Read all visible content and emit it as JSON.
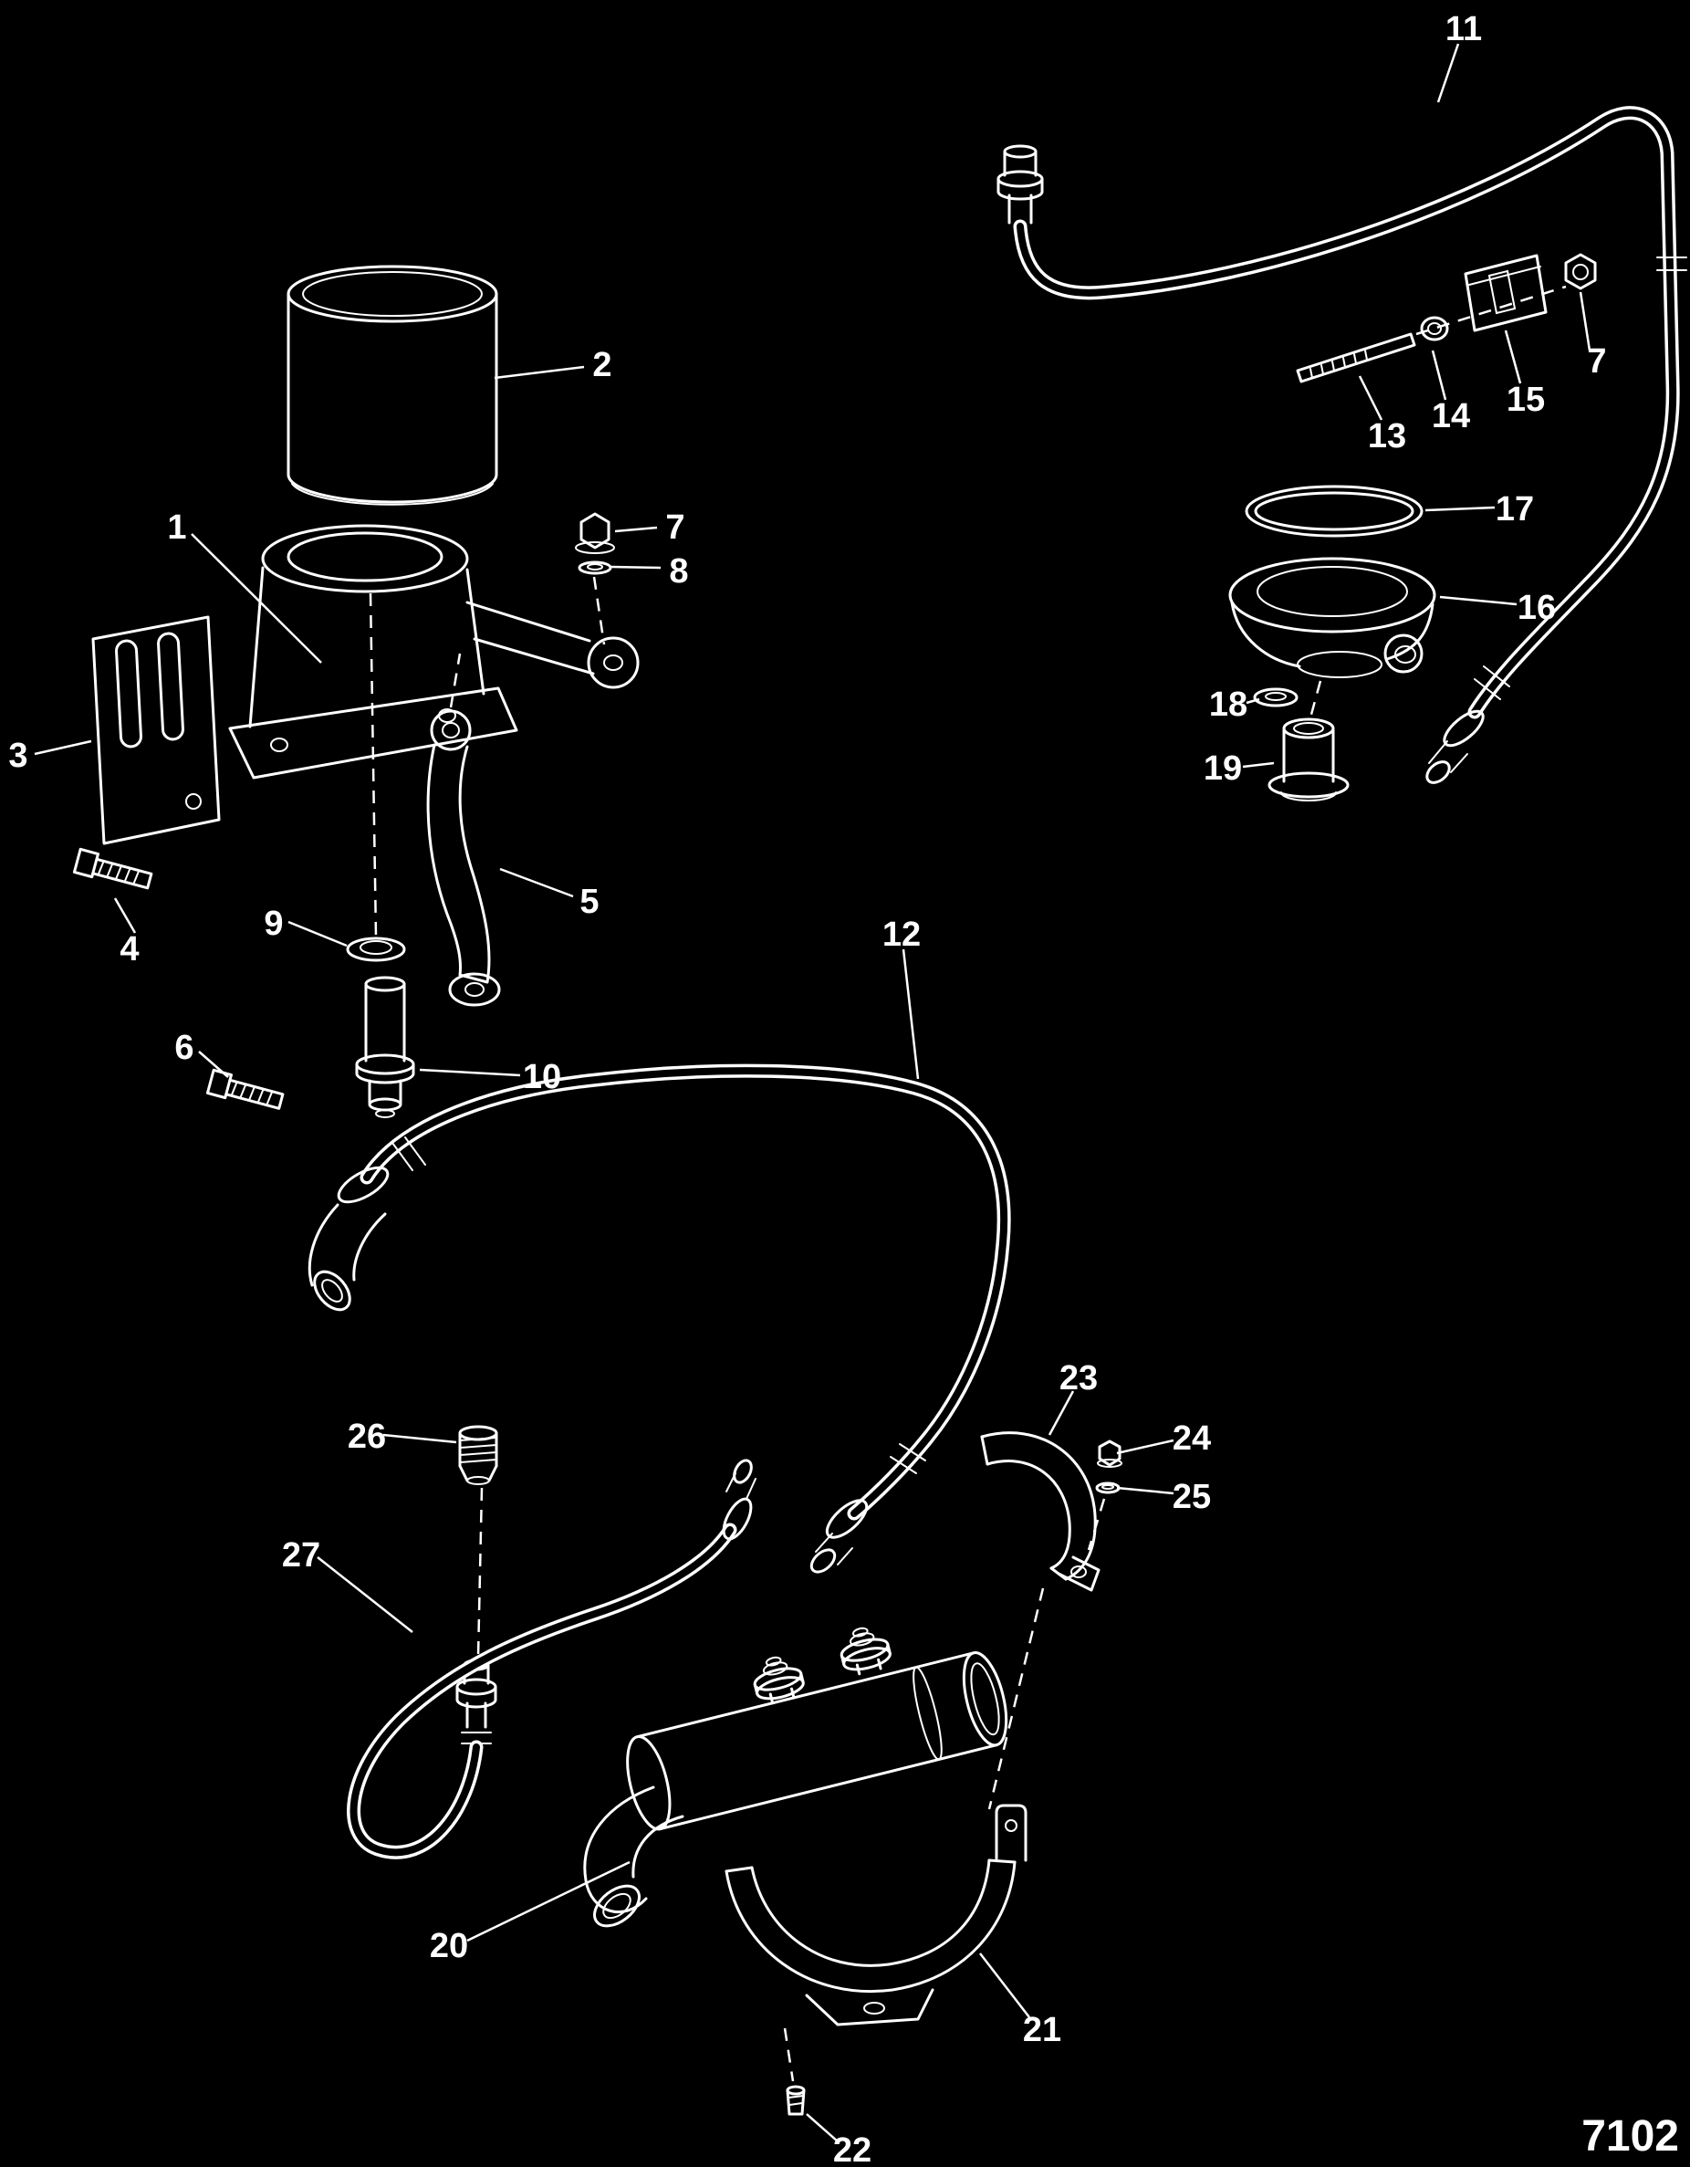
{
  "figure": {
    "code": "7102",
    "background_color": "#000000",
    "line_color": "#ffffff",
    "type": "exploded-parts-diagram"
  },
  "callouts": [
    {
      "label": "1"
    },
    {
      "label": "2"
    },
    {
      "label": "3"
    },
    {
      "label": "4"
    },
    {
      "label": "5"
    },
    {
      "label": "6"
    },
    {
      "label": "7"
    },
    {
      "label": "8"
    },
    {
      "label": "9"
    },
    {
      "label": "10"
    },
    {
      "label": "11"
    },
    {
      "label": "12"
    },
    {
      "label": "13"
    },
    {
      "label": "14"
    },
    {
      "label": "15"
    },
    {
      "label": "16"
    },
    {
      "label": "17"
    },
    {
      "label": "18"
    },
    {
      "label": "19"
    },
    {
      "label": "20"
    },
    {
      "label": "21"
    },
    {
      "label": "22"
    },
    {
      "label": "23"
    },
    {
      "label": "24"
    },
    {
      "label": "25"
    },
    {
      "label": "26"
    },
    {
      "label": "27"
    },
    {
      "label": "7"
    }
  ]
}
